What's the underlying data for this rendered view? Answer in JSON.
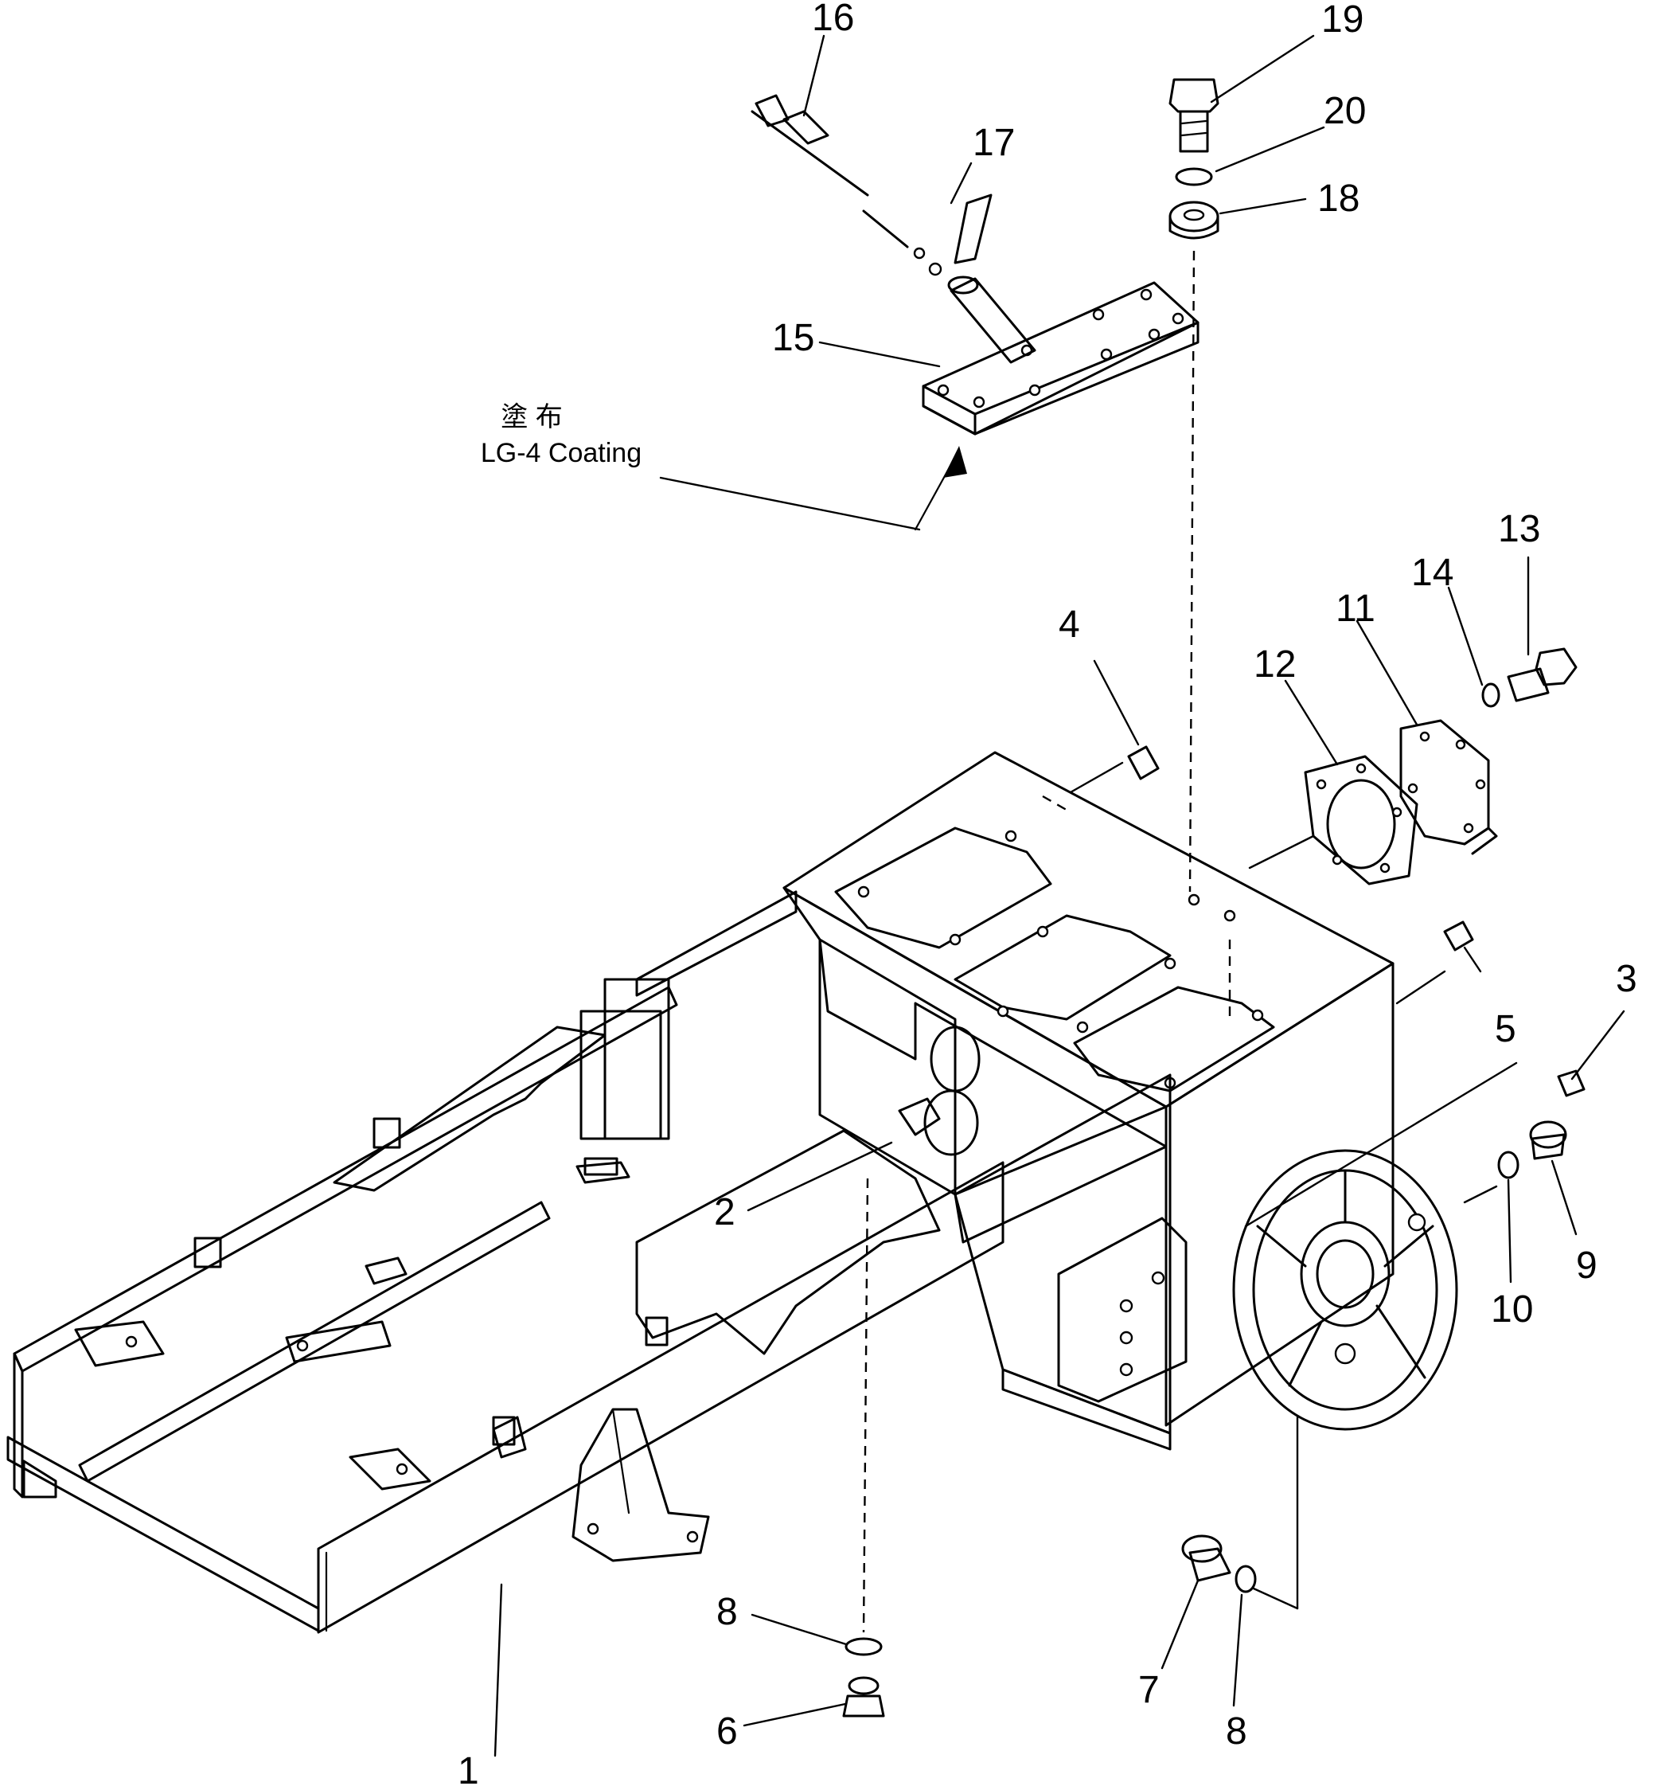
{
  "callouts": [
    "1",
    "2",
    "3",
    "4",
    "5",
    "6",
    "7",
    "8",
    "8",
    "9",
    "10",
    "11",
    "12",
    "13",
    "14",
    "15",
    "16",
    "17",
    "18",
    "19",
    "20"
  ],
  "note": {
    "jp": "塗 布",
    "en": "LG-4 Coating"
  }
}
